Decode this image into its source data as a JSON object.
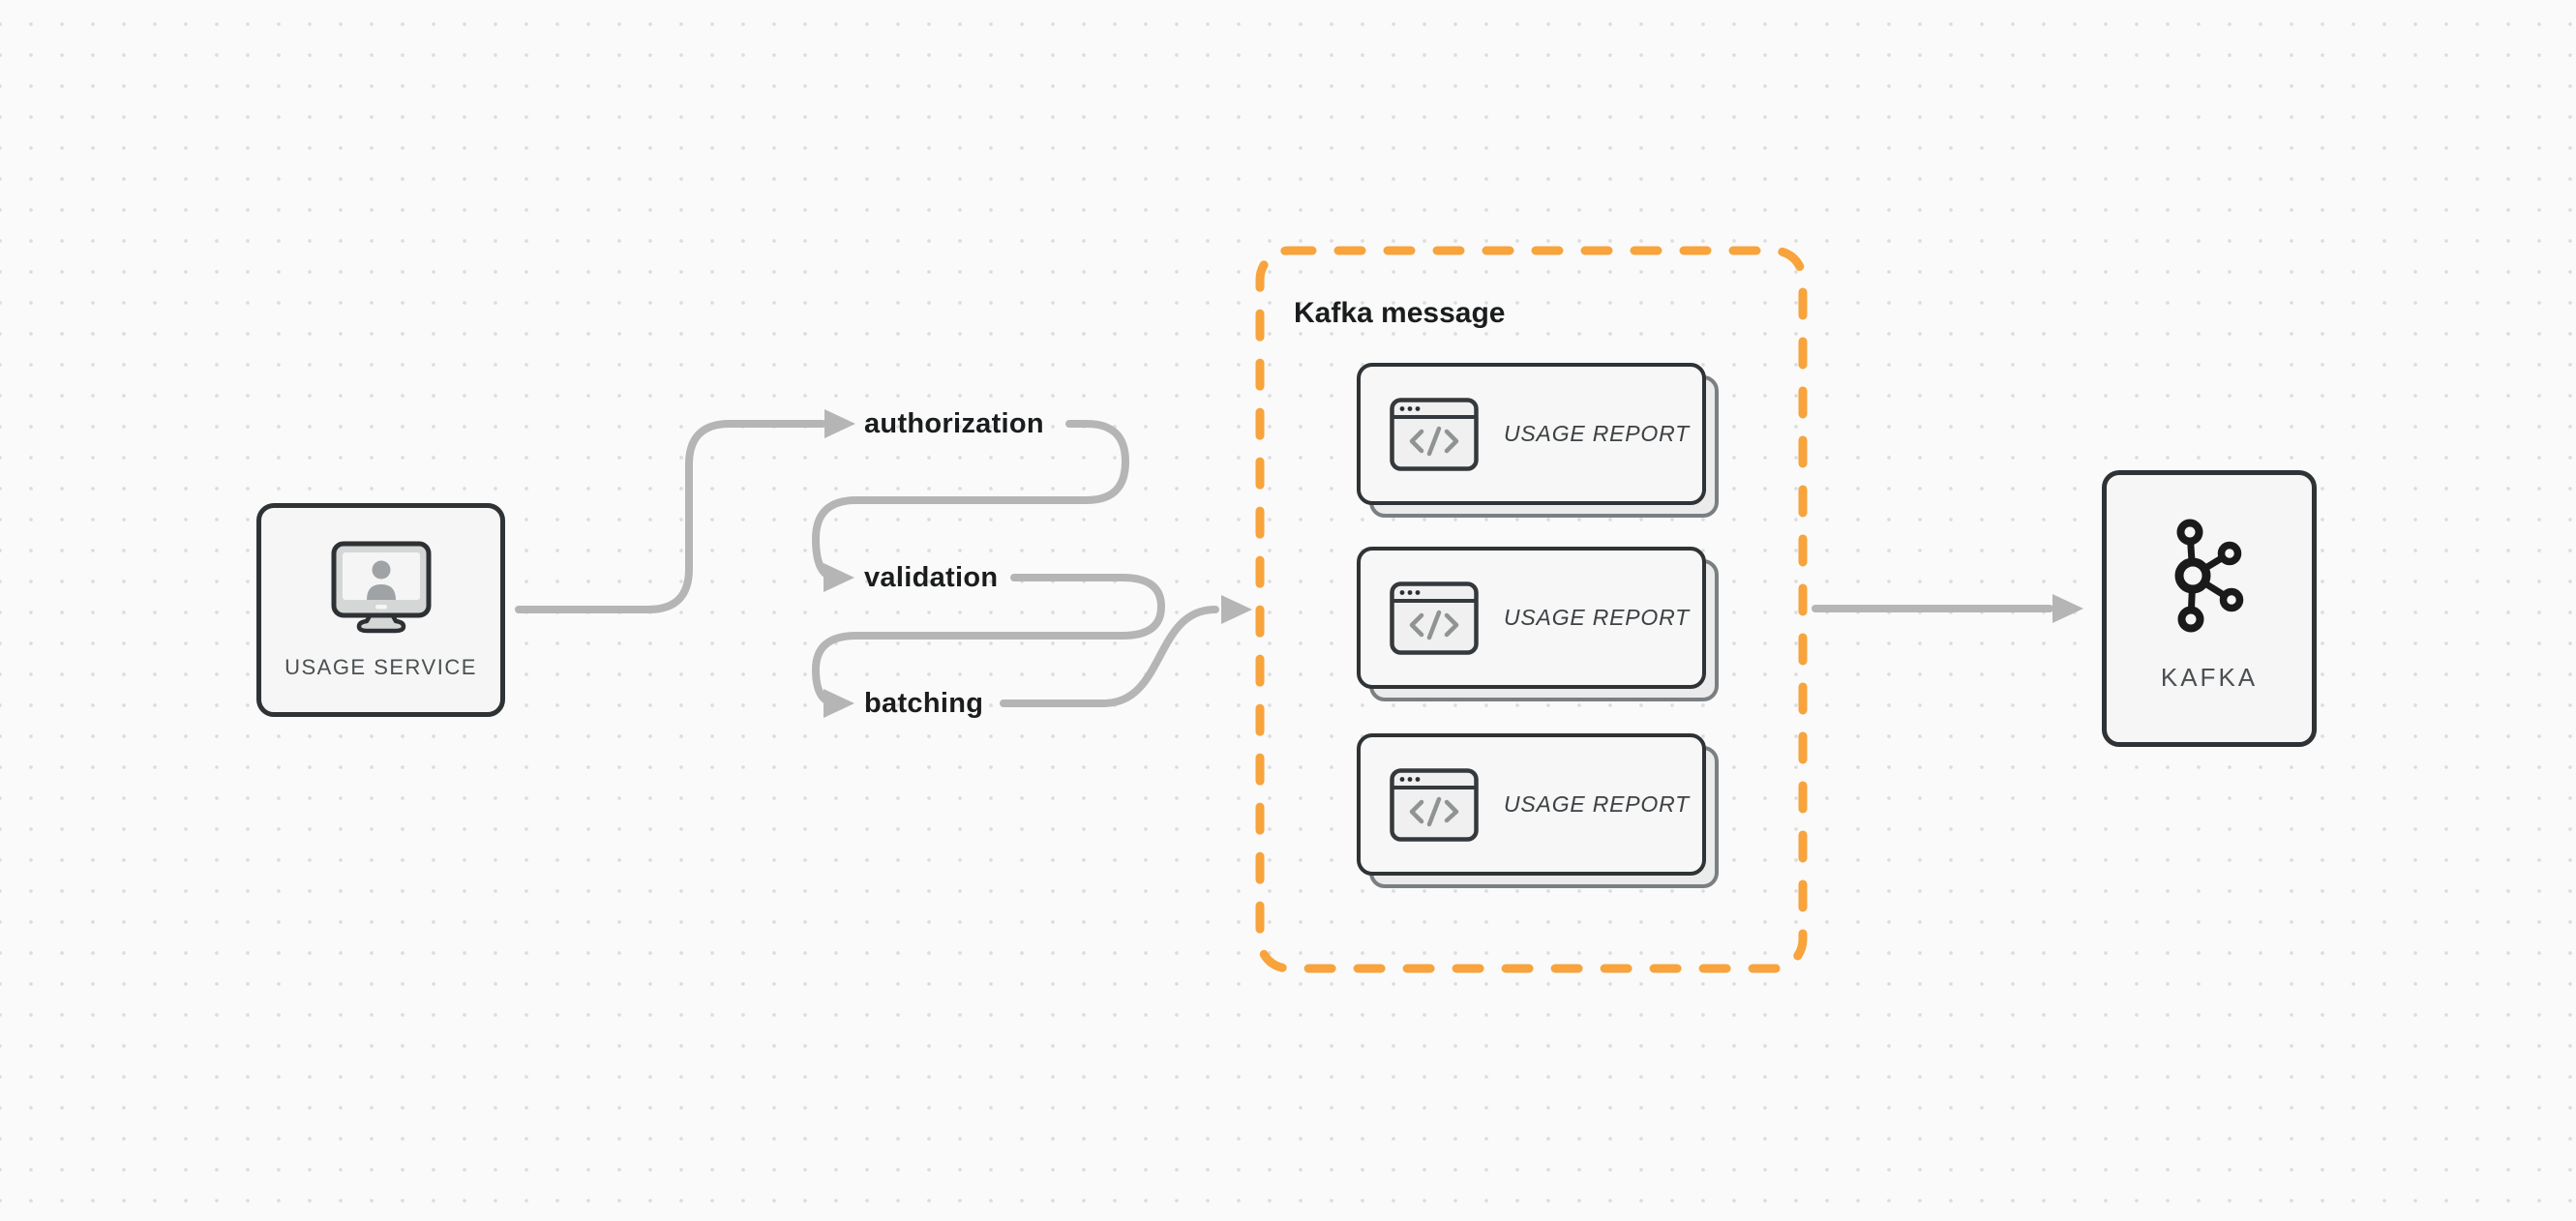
{
  "diagram": {
    "background": {
      "color": "#f9faf9",
      "dot_color": "#dcdddc"
    },
    "palette": {
      "connector_gray": "#b4b5b4",
      "accent_orange": "#F8A33C",
      "outline_dark": "#2f3336",
      "node_fill": "#f5f6f5",
      "text_dark": "#1b1c1e",
      "text_muted": "#4b4f52"
    },
    "source_node": {
      "label": "USAGE SERVICE",
      "icon": "monitor-user-icon"
    },
    "steps": [
      {
        "label": "authorization"
      },
      {
        "label": "validation"
      },
      {
        "label": "batching"
      }
    ],
    "message_group": {
      "title": "Kafka message",
      "cards": [
        {
          "label": "USAGE REPORT",
          "icon": "code-window-icon"
        },
        {
          "label": "USAGE REPORT",
          "icon": "code-window-icon"
        },
        {
          "label": "USAGE REPORT",
          "icon": "code-window-icon"
        }
      ]
    },
    "sink_node": {
      "label": "KAFKA",
      "icon": "kafka-logo-icon"
    }
  }
}
